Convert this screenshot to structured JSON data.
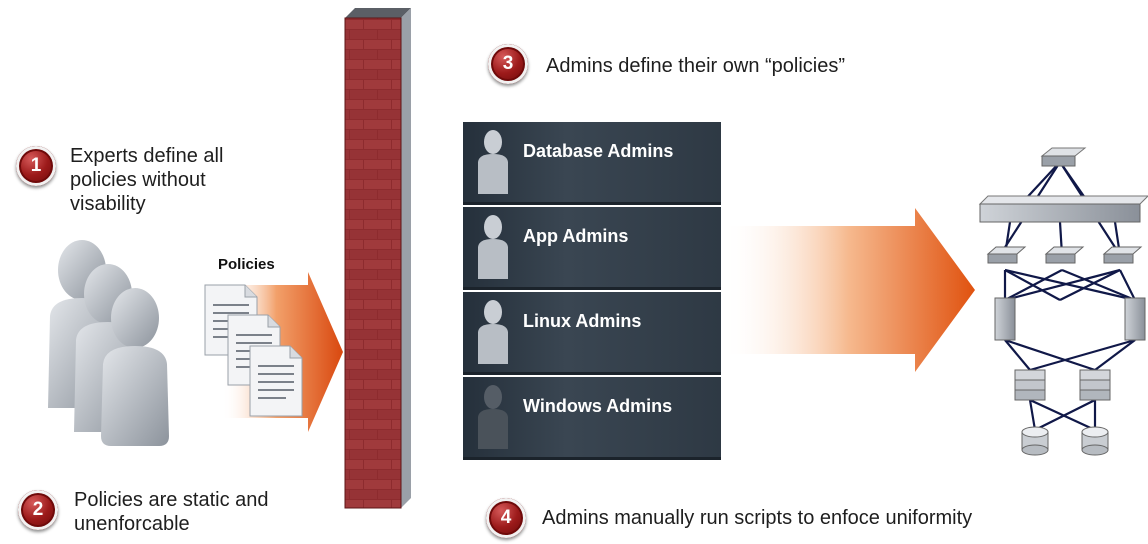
{
  "steps": [
    {
      "number": "1",
      "text_lines": [
        "Experts define all",
        "policies without",
        "visability"
      ]
    },
    {
      "number": "2",
      "text_lines": [
        "Policies are static and",
        "unenforcable"
      ]
    },
    {
      "number": "3",
      "text": "Admins define their own “policies”"
    },
    {
      "number": "4",
      "text": "Admins manually run scripts to enfoce uniformity"
    }
  ],
  "policies_label": "Policies",
  "admin_groups": [
    {
      "label": "Database Admins"
    },
    {
      "label": "App Admins"
    },
    {
      "label": "Linux Admins"
    },
    {
      "label": "Windows Admins"
    }
  ],
  "icons": [
    "person-group-icon",
    "documents-icon",
    "firewall-wall-icon",
    "network-topology-icon"
  ],
  "colors": {
    "badge": "#9c1a1a",
    "wall_brick": "#8a2a2c",
    "panel_bg": "#313c47",
    "arrow": "#d9480f"
  }
}
